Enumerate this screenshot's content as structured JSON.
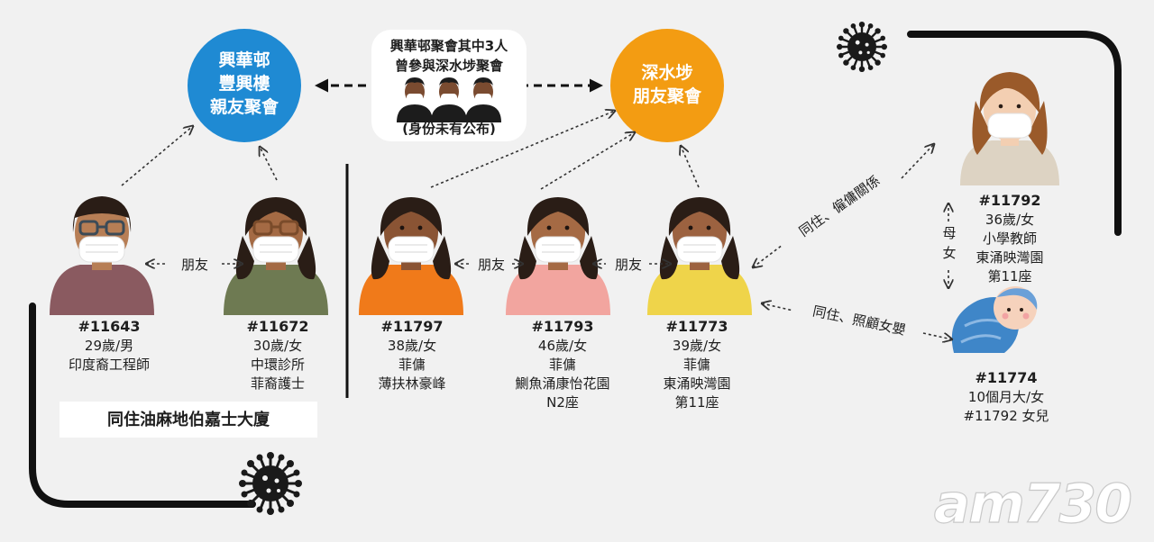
{
  "gatherings": {
    "hing_wah": {
      "lines": [
        "興華邨",
        "豐興樓",
        "親友聚會"
      ],
      "color": "#1f8ad3"
    },
    "sham_shui_po": {
      "lines": [
        "深水埗",
        "朋友聚會"
      ],
      "color": "#f39c12"
    }
  },
  "link_box": {
    "lines": [
      "興華邨聚會其中3人",
      "曾參與深水埗聚會"
    ],
    "note": "(身份未有公布)"
  },
  "relations": {
    "friend": "朋友",
    "cohabit_employment": "同住、僱傭關係",
    "mother_daughter": [
      "母",
      "女"
    ],
    "cohabit_care": "同住、照顧女嬰"
  },
  "residence_banner": "同住油麻地伯嘉士大廈",
  "people": [
    {
      "id": "#11643",
      "lines": [
        "29歲/男",
        "印度裔工程師"
      ],
      "shirt": "#8a5a60",
      "skin": "#b77e55"
    },
    {
      "id": "#11672",
      "lines": [
        "30歲/女",
        "中環診所",
        "菲裔護士"
      ],
      "shirt": "#6e7a52",
      "skin": "#a46a44"
    },
    {
      "id": "#11797",
      "lines": [
        "38歲/女",
        "菲傭",
        "薄扶林豪峰"
      ],
      "shirt": "#f07a1a",
      "skin": "#8a5434"
    },
    {
      "id": "#11793",
      "lines": [
        "46歲/女",
        "菲傭",
        "鰂魚涌康怡花園",
        "N2座"
      ],
      "shirt": "#f2a59f",
      "skin": "#a56a44"
    },
    {
      "id": "#11773",
      "lines": [
        "39歲/女",
        "菲傭",
        "東涌映灣園",
        "第11座"
      ],
      "shirt": "#efd44a",
      "skin": "#9c6240"
    },
    {
      "id": "#11792",
      "lines": [
        "36歲/女",
        "小學教師",
        "東涌映灣園",
        "第11座"
      ],
      "shirt": "#ddd3c3",
      "skin": "#f3cfb2"
    },
    {
      "id": "#11774",
      "lines": [
        "10個月大/女",
        "#11792 女兒"
      ],
      "shirt": "#3f86c8",
      "skin": "#f6d2bc"
    }
  ],
  "watermark": "am730",
  "colors": {
    "background": "#f1f1f1",
    "line": "#111111",
    "banner_bg": "#ffffff"
  },
  "icons": [
    "virus-icon",
    "arrow-icon",
    "masked-person-icon",
    "baby-icon"
  ]
}
